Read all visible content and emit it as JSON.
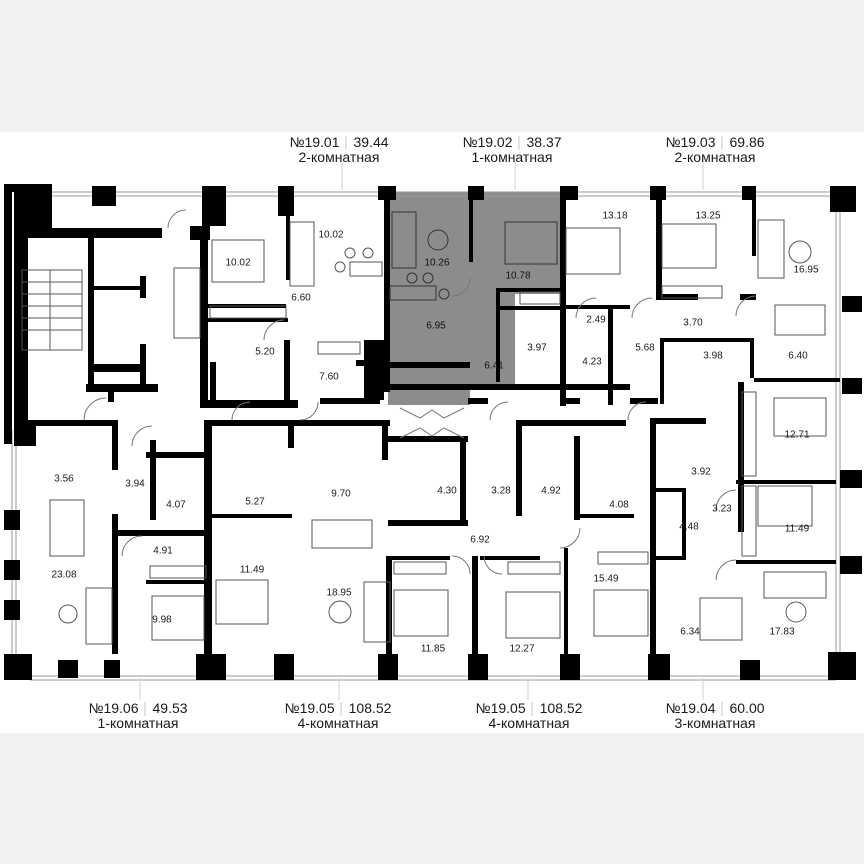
{
  "colors": {
    "page_background": "#f1f1f1",
    "sheet_background": "#ffffff",
    "wall": "#000000",
    "selected_apartment_fill": "#8c8c8c",
    "furniture_stroke": "#555555"
  },
  "apartments_top": [
    {
      "number": "№19.01",
      "area": "39.44",
      "type": "2-комнатная"
    },
    {
      "number": "№19.02",
      "area": "38.37",
      "type": "1-комнатная",
      "selected": true
    },
    {
      "number": "№19.03",
      "area": "69.86",
      "type": "2-комнатная"
    }
  ],
  "apartments_bottom": [
    {
      "number": "№19.06",
      "area": "49.53",
      "type": "1-комнатная"
    },
    {
      "number": "№19.05",
      "area": "108.52",
      "type": "4-комнатная"
    },
    {
      "number": "№19.05",
      "area": "108.52",
      "type": "4-комнатная"
    },
    {
      "number": "№19.04",
      "area": "60.00",
      "type": "3-комнатная"
    }
  ],
  "room_areas": {
    "a1901": [
      "10.02",
      "10.02",
      "6.60",
      "5.20",
      "7.60"
    ],
    "a1902": [
      "10.26",
      "10.78",
      "6.95",
      "6.41",
      "3.97"
    ],
    "a1903": [
      "13.18",
      "13.25",
      "16.95",
      "2.49",
      "3.70",
      "4.23",
      "5.68",
      "3.98",
      "6.40"
    ],
    "a1906": [
      "3.56",
      "3.94",
      "4.07",
      "4.91",
      "23.08",
      "9.98"
    ],
    "a1905": [
      "5.27",
      "11.49",
      "9.70",
      "4.30",
      "3.28",
      "4.92",
      "4.08",
      "6.92",
      "18.95",
      "11.85",
      "12.27",
      "15.49"
    ],
    "a1904": [
      "12.71",
      "3.92",
      "3.23",
      "4.48",
      "11.49",
      "6.34",
      "17.83"
    ]
  }
}
